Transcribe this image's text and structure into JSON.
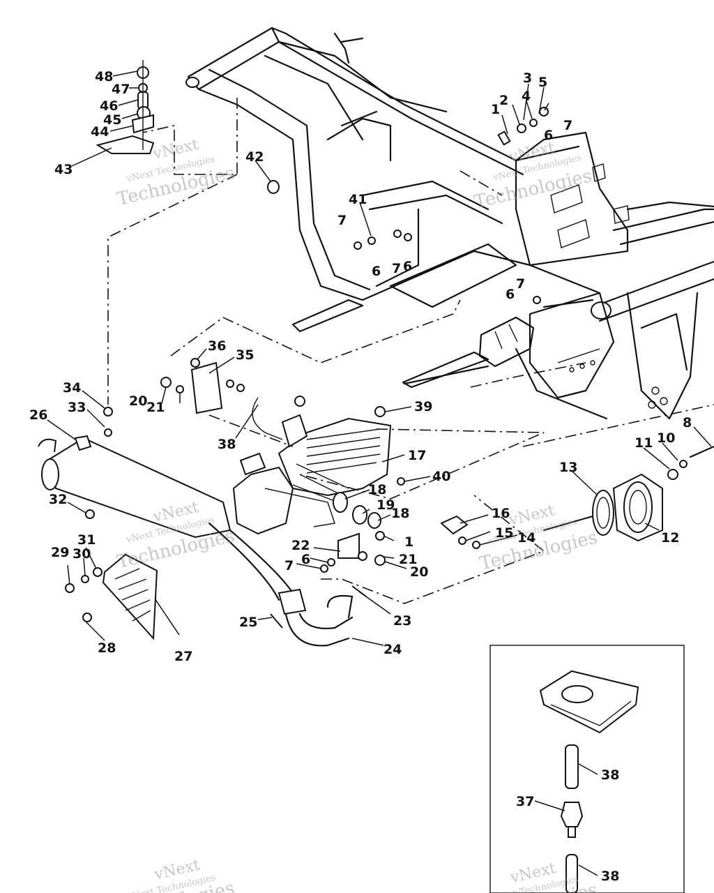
{
  "callouts": {
    "c1a": "1",
    "c2": "2",
    "c3": "3",
    "c4": "4",
    "c5": "5",
    "c6a": "6",
    "c7a": "7",
    "c8": "8",
    "c10": "10",
    "c11": "11",
    "c12": "12",
    "c13": "13",
    "c14": "14",
    "c15": "15",
    "c16": "16",
    "c17": "17",
    "c18a": "18",
    "c18b": "18",
    "c19": "19",
    "c20a": "20",
    "c20b": "20",
    "c21a": "21",
    "c21b": "21",
    "c22": "22",
    "c23": "23",
    "c24": "24",
    "c25": "25",
    "c26": "26",
    "c27": "27",
    "c28": "28",
    "c29": "29",
    "c30": "30",
    "c31": "31",
    "c32": "32",
    "c33": "33",
    "c34": "34",
    "c35": "35",
    "c36": "36",
    "c37": "37",
    "c38a": "38",
    "c38b": "38",
    "c38c": "38",
    "c39": "39",
    "c40": "40",
    "c41": "41",
    "c42": "42",
    "c43": "43",
    "c44": "44",
    "c45": "45",
    "c46": "46",
    "c47": "47",
    "c48": "48",
    "c6b": "6",
    "c6c": "6",
    "c6d": "6",
    "c6e": "6",
    "c7b": "7",
    "c7c": "7",
    "c7d": "7",
    "c7e": "7",
    "c1b": "1"
  },
  "watermarks": {
    "w1_top": "vNext",
    "w1_mid": "vNext Technologies",
    "w1_bot": "Technologies",
    "w2_top": "vNext",
    "w2_mid": "vNext Technologies",
    "w2_bot": "Technologies",
    "w3_top": "vNext",
    "w3_mid": "vNext Technologies",
    "w3_bot": "Technologies",
    "w4_top": "vNext",
    "w4_mid": "vNext Technologies",
    "w4_bot": "Technologies",
    "w5_top": "vNext",
    "w5_mid": "vNext Technologies",
    "w5_bot": "Technologies",
    "w6_top": "vNext",
    "w6_mid": "vNext Technologies",
    "w6_bot": "Technologies"
  }
}
